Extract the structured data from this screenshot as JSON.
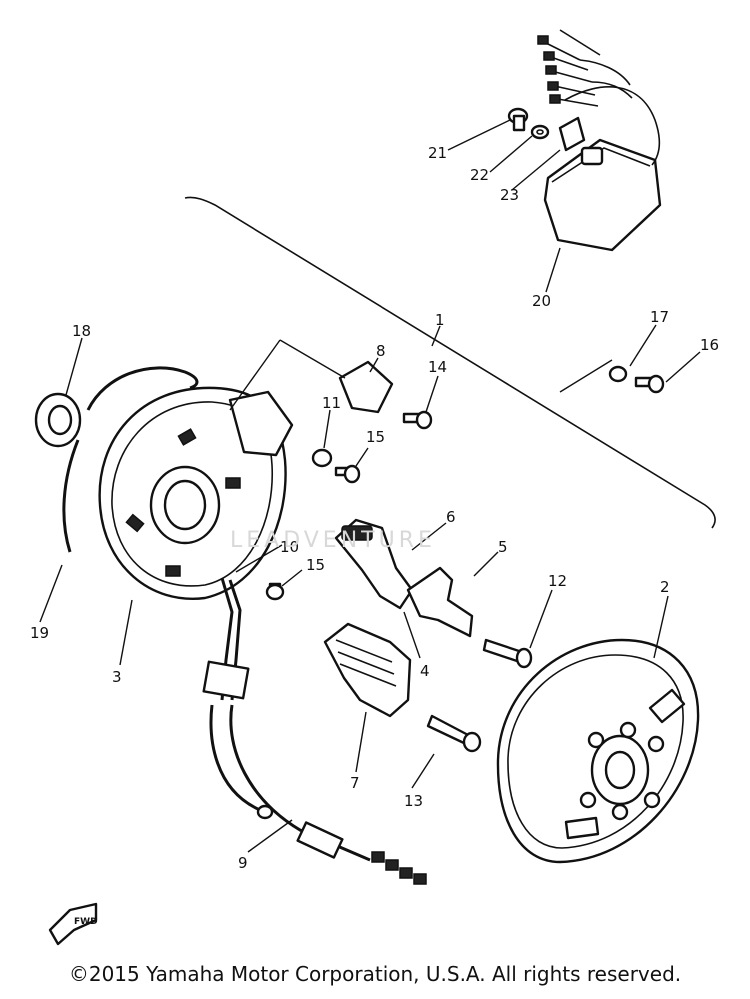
{
  "callouts": [
    "1",
    "2",
    "3",
    "4",
    "5",
    "6",
    "7",
    "8",
    "9",
    "10",
    "11",
    "12",
    "13",
    "14",
    "15",
    "15",
    "16",
    "17",
    "18",
    "19",
    "20",
    "21",
    "22",
    "23"
  ],
  "fwd_label": "FWD",
  "watermark": "LEADVENTURE",
  "footer": {
    "copyright": "©2015 Yamaha Motor Corporation, U.S.A. All rights reserved."
  }
}
